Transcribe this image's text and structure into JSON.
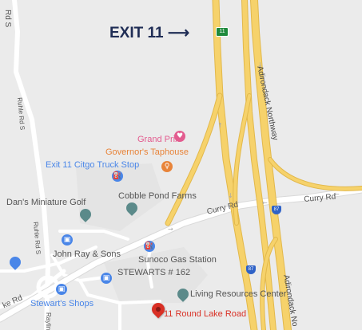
{
  "exit_callout": {
    "text": "EXIT 11",
    "arrow": "⟶"
  },
  "highway_labels": {
    "northway": "Adirondack Northway",
    "northway_lower": "Adirondack No",
    "curry_rd_west": "Curry Rd",
    "curry_rd_east": "Curry Rd",
    "rd_s_top": "Rd S",
    "ruhle_rd_s_upper": "Ruhle Rd S",
    "ruhle_rd_s_lower": "Ruhle Rd S",
    "lake_rd": "ke Rd",
    "raylin": "Raylin"
  },
  "shields": {
    "exit_number": "11",
    "interstate": "87"
  },
  "places": {
    "grand_prix": "Grand Prix",
    "governors_taphouse": "Governor's Taphouse",
    "exit11_citgo": "Exit 11 Citgo Truck Stop",
    "cobble_pond": "Cobble Pond Farms",
    "dans_golf": "Dan's Miniature Golf",
    "john_ray": "John Ray & Sons",
    "sunoco": "Sunoco Gas Station",
    "stewarts162": "STEWARTS # 162",
    "stewarts_shops": "Stewart's Shops",
    "living_resources": "Living Resources Center",
    "pin_label": "11 Round Lake Road"
  },
  "icons": {
    "grand_prix": "heart-icon",
    "taphouse": "beer-icon",
    "citgo": "gas-station-icon",
    "cobble": "park-pin-icon",
    "dans": "park-pin-icon",
    "john_ray": "shopping-bag-icon",
    "sunoco": "gas-station-icon",
    "stewarts162": "shopping-bag-icon",
    "stewarts_shops": "shopping-bag-icon",
    "living": "pin-icon",
    "dollar": "dollar-icon",
    "location": "location-pin-icon"
  },
  "colors": {
    "land": "#ebebeb",
    "highway": "#f6d26b",
    "highway_edge": "#e2b84b",
    "local_road": "#ffffff",
    "pink_poi": "#e35c8f",
    "orange_poi": "#e8843a",
    "blue_poi": "#4a86e8",
    "park_poi": "#5b8a8a",
    "pin_red": "#d93025",
    "callout_text": "#1f2d55"
  }
}
